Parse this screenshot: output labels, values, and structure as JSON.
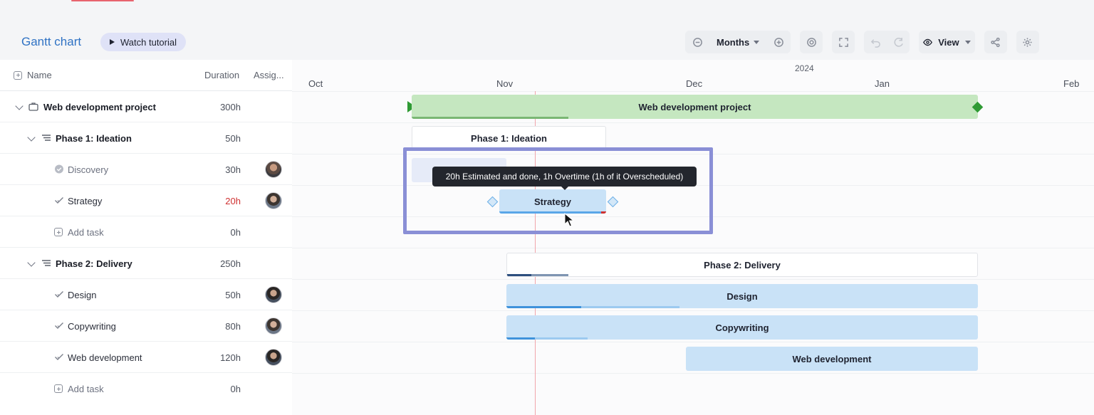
{
  "header": {
    "title": "Gantt chart",
    "tutorial_label": "Watch tutorial"
  },
  "toolbar": {
    "zoom_unit": "Months",
    "view_label": "View",
    "icons": [
      "zoom-out-icon",
      "zoom-in-icon",
      "search-icon",
      "fit-screen-icon",
      "undo-icon",
      "redo-icon",
      "eye-icon",
      "share-icon",
      "settings-icon"
    ]
  },
  "columns": {
    "name": "Name",
    "duration": "Duration",
    "assignee": "Assig..."
  },
  "rows": [
    {
      "label": "Web development project",
      "duration": "300h",
      "type": "project"
    },
    {
      "label": "Phase 1: Ideation",
      "duration": "50h",
      "type": "phase"
    },
    {
      "label": "Discovery",
      "duration": "30h",
      "type": "task-done"
    },
    {
      "label": "Strategy",
      "duration": "20h",
      "type": "task",
      "over": true
    },
    {
      "label": "Add task",
      "duration": "0h",
      "type": "add"
    },
    {
      "label": "Phase 2: Delivery",
      "duration": "250h",
      "type": "phase"
    },
    {
      "label": "Design",
      "duration": "50h",
      "type": "task"
    },
    {
      "label": "Copywriting",
      "duration": "80h",
      "type": "task"
    },
    {
      "label": "Web development",
      "duration": "120h",
      "type": "task"
    },
    {
      "label": "Add task",
      "duration": "0h",
      "type": "add"
    }
  ],
  "timeline": {
    "year": "2024",
    "months": [
      "Oct",
      "Nov",
      "Dec",
      "Jan",
      "Feb"
    ]
  },
  "bars": {
    "project": "Web development project",
    "phase1": "Phase 1: Ideation",
    "strategy": "Strategy",
    "phase2": "Phase 2: Delivery",
    "design": "Design",
    "copywriting": "Copywriting",
    "webdev": "Web development"
  },
  "tooltip": "20h Estimated and done, 1h Overtime (1h of it Overscheduled)",
  "colors": {
    "accent": "#2f72c4",
    "project_bar": "#c5e7c0",
    "task_bar": "#c9e2f7",
    "milestone": "#2f9a34",
    "overtime": "#cf3131",
    "highlight": "#8a8fd6"
  }
}
